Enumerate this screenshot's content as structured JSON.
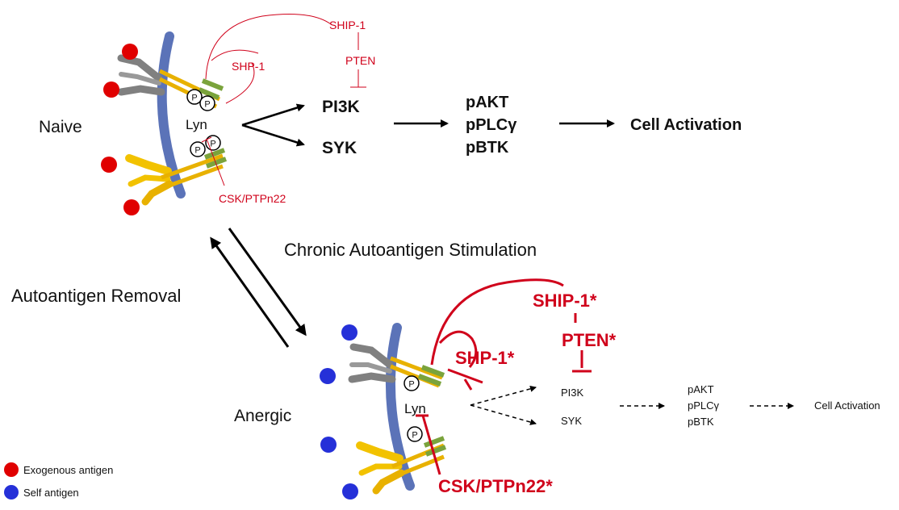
{
  "colors": {
    "red_inhibitor": "#d0021b",
    "membrane": "#5b73b8",
    "receptor_heavy_top": "#808080",
    "receptor_heavy_bottom": "#f2c200",
    "receptor_bar": "#e8b100",
    "receptor_tail": "#7aa33c",
    "exogenous_antigen": "#e00000",
    "self_antigen": "#2530d8",
    "arrow": "#000000"
  },
  "labels": {
    "naive": "Naive",
    "anergic": "Anergic",
    "chronic_stimulation": "Chronic Autoantigen Stimulation",
    "autoantigen_removal": "Autoantigen Removal"
  },
  "naive_panel": {
    "lyn": "Lyn",
    "phospho_symbol": "P",
    "shp1": "SHP-1",
    "ship1": "SHIP-1",
    "pten": "PTEN",
    "csk": "CSK/PTPn22",
    "pi3k": "PI3K",
    "syk": "SYK",
    "downstream": [
      "pAKT",
      "pPLCγ",
      "pBTK"
    ],
    "outcome": "Cell Activation"
  },
  "anergic_panel": {
    "lyn": "Lyn",
    "phospho_symbol": "P",
    "shp1": "SHP-1*",
    "ship1": "SHIP-1*",
    "pten": "PTEN*",
    "csk": "CSK/PTPn22*",
    "pi3k": "PI3K",
    "syk": "SYK",
    "downstream": [
      "pAKT",
      "pPLCγ",
      "pBTK"
    ],
    "outcome": "Cell Activation"
  },
  "legend": {
    "items": [
      {
        "label": "Exogenous antigen",
        "color": "#e00000"
      },
      {
        "label": "Self antigen",
        "color": "#2530d8"
      }
    ]
  }
}
